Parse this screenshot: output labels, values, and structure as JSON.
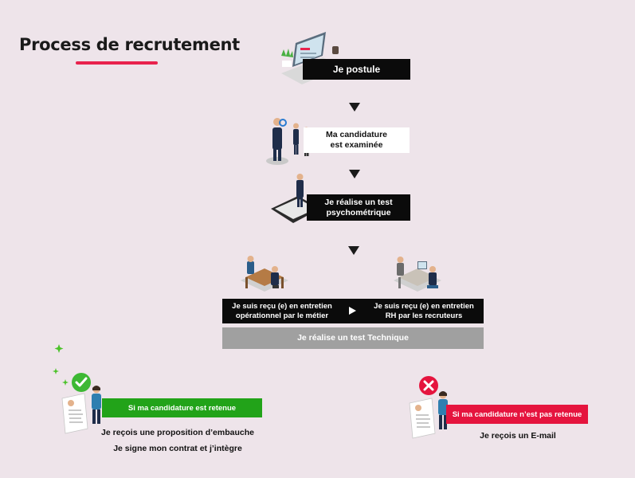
{
  "title": "Process de recrutement",
  "steps": {
    "apply": "Je postule",
    "review_line1": "Ma candidature",
    "review_line2": "est examinée",
    "test_line1": "Je réalise un test",
    "test_line2": "psychométrique",
    "interview_op_line1": "Je suis reçu (e) en entretien",
    "interview_op_line2": "opérationnel par le métier",
    "interview_hr_line1": "Je suis reçu (e) en entretien",
    "interview_hr_line2": "RH par les recruteurs",
    "tech_test": "Je réalise un test Technique"
  },
  "outcomes": {
    "accepted": "Si ma candidature est retenue",
    "accepted_line1": "Je reçois une proposition d’embauche",
    "accepted_line2": "Je signe mon contrat et j’intègre",
    "rejected": "Si ma candidature n’est pas retenue",
    "rejected_line1": "Je reçois un E-mail"
  },
  "colors": {
    "accent": "#e8224d",
    "dark_box": "#0b0b0b",
    "grey_box": "#a0a0a0",
    "success": "#22a319",
    "failure": "#e5143e",
    "background": "#eee4ea"
  },
  "icons": [
    "computer-desk-icon",
    "magnifier-person-icon",
    "tablet-person-icon",
    "meeting-desk-icon",
    "check-icon",
    "cross-icon",
    "resume-icon",
    "sparkle-icon"
  ]
}
